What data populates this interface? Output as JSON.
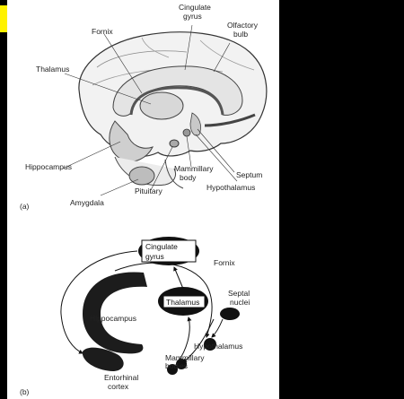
{
  "title_fragment": "em",
  "panel_a": {
    "letter": "(a)",
    "labels": {
      "cingulate_1": "Cingulate",
      "cingulate_2": "gyrus",
      "fornix": "Fornix",
      "olfactory_1": "Olfactory",
      "olfactory_2": "bulb",
      "thalamus": "Thalamus",
      "hippocampus": "Hippocampus",
      "mammillary_1": "Mammillary",
      "mammillary_2": "body",
      "septum": "Septum",
      "pituitary": "Pituitary",
      "hypothalamus": "Hypothalamus",
      "amygdala": "Amygdala"
    }
  },
  "panel_b": {
    "letter": "(b)",
    "labels": {
      "cingulate_1": "Cingulate",
      "cingulate_2": "gyrus",
      "fornix": "Fornix",
      "septal_1": "Septal",
      "septal_2": "nuclei",
      "hippocampus": "Hippocampus",
      "thalamus": "Thalamus",
      "hypothalamus": "Hypothalamus",
      "mammillary_1": "Mammillary",
      "mammillary_2": "bodies",
      "entorhinal_1": "Entorhinal",
      "entorhinal_2": "cortex"
    }
  }
}
